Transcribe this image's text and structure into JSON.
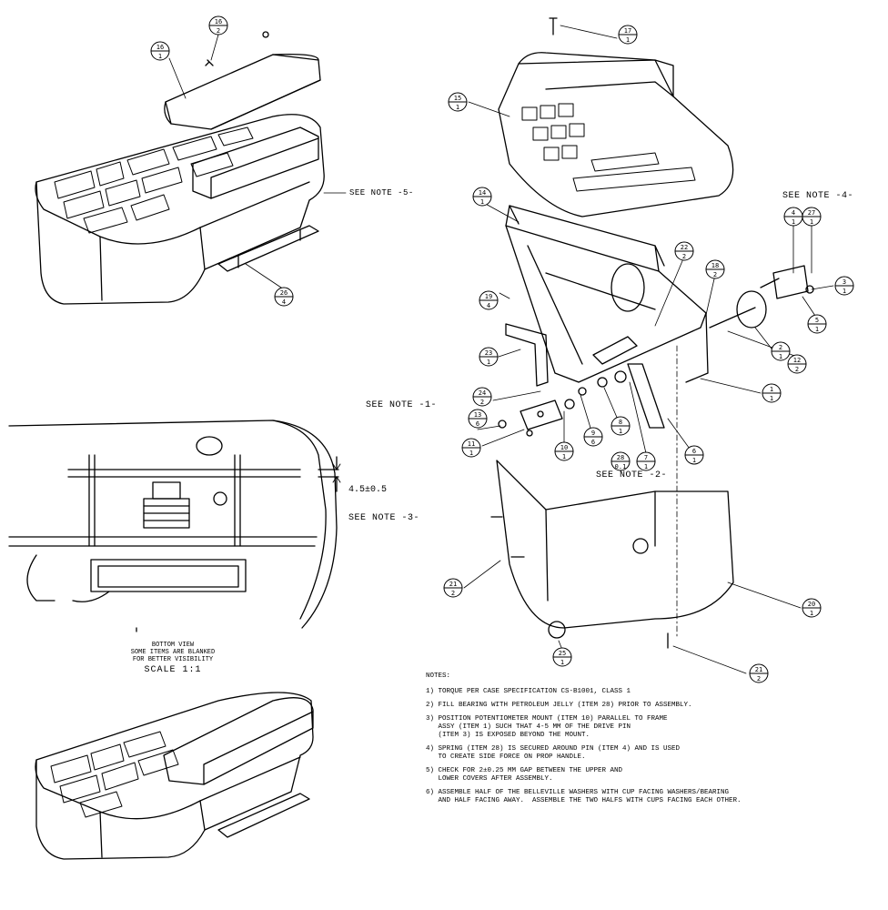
{
  "balloons": [
    {
      "id": "b16a",
      "num": "16",
      "qty": "2"
    },
    {
      "id": "b16b",
      "num": "16",
      "qty": "1"
    },
    {
      "id": "b26",
      "num": "26",
      "qty": "4"
    },
    {
      "id": "b17",
      "num": "17",
      "qty": "1"
    },
    {
      "id": "b15",
      "num": "15",
      "qty": "1"
    },
    {
      "id": "b14",
      "num": "14",
      "qty": "1"
    },
    {
      "id": "b4",
      "num": "4",
      "qty": "1"
    },
    {
      "id": "b27",
      "num": "27",
      "qty": "1"
    },
    {
      "id": "b3",
      "num": "3",
      "qty": "1"
    },
    {
      "id": "b5",
      "num": "5",
      "qty": "1"
    },
    {
      "id": "b22",
      "num": "22",
      "qty": "2"
    },
    {
      "id": "b18",
      "num": "18",
      "qty": "2"
    },
    {
      "id": "b19",
      "num": "19",
      "qty": "4"
    },
    {
      "id": "b2",
      "num": "2",
      "qty": "1"
    },
    {
      "id": "b12",
      "num": "12",
      "qty": "2"
    },
    {
      "id": "b23",
      "num": "23",
      "qty": "1"
    },
    {
      "id": "b1",
      "num": "1",
      "qty": "1"
    },
    {
      "id": "b24",
      "num": "24",
      "qty": "2"
    },
    {
      "id": "b13",
      "num": "13",
      "qty": "6"
    },
    {
      "id": "b11",
      "num": "11",
      "qty": "1"
    },
    {
      "id": "b10",
      "num": "10",
      "qty": "1"
    },
    {
      "id": "b9",
      "num": "9",
      "qty": "6"
    },
    {
      "id": "b8",
      "num": "8",
      "qty": "1"
    },
    {
      "id": "b28",
      "num": "28",
      "qty": "0.1"
    },
    {
      "id": "b7",
      "num": "7",
      "qty": "1"
    },
    {
      "id": "b6",
      "num": "6",
      "qty": "1"
    },
    {
      "id": "b21a",
      "num": "21",
      "qty": "2"
    },
    {
      "id": "b25",
      "num": "25",
      "qty": "1"
    },
    {
      "id": "b20",
      "num": "20",
      "qty": "1"
    },
    {
      "id": "b21b",
      "num": "21",
      "qty": "2"
    }
  ],
  "labels": {
    "see_note_5": "SEE NOTE -5-",
    "see_note_4": "SEE NOTE -4-",
    "see_note_1": "SEE NOTE -1-",
    "see_note_2": "SEE NOTE -2-",
    "see_note_3": "SEE NOTE -3-",
    "dimension": "4.5±0.5"
  },
  "bottom_view": {
    "line1": "BOTTOM VIEW",
    "line2": "SOME ITEMS ARE BLANKED",
    "line3": "FOR BETTER VISIBILITY",
    "scale": "SCALE  1:1"
  },
  "notes": {
    "title": "NOTES:",
    "items": [
      "1) TORQUE PER CASE SPECIFICATION CS-B1001, CLASS 1",
      "2) FILL BEARING WITH PETROLEUM JELLY (ITEM 28) PRIOR TO ASSEMBLY.",
      "3) POSITION POTENTIOMETER MOUNT (ITEM 10) PARALLEL TO FRAME\n   ASSY (ITEM 1) SUCH THAT 4-5 MM OF THE DRIVE PIN\n   (ITEM 3) IS EXPOSED BEYOND THE MOUNT.",
      "4) SPRING (ITEM 28) IS SECURED AROUND PIN (ITEM 4) AND IS USED\n   TO CREATE SIDE FORCE ON PROP HANDLE.",
      "5) CHECK FOR 2±0.25 MM GAP BETWEEN THE UPPER AND\n   LOWER COVERS AFTER ASSEMBLY.",
      "6) ASSEMBLE HALF OF THE BELLEVILLE WASHERS WITH CUP FACING WASHERS/BEARING\n   AND HALF FACING AWAY.  ASSEMBLE THE TWO HALFS WITH CUPS FACING EACH OTHER."
    ]
  }
}
